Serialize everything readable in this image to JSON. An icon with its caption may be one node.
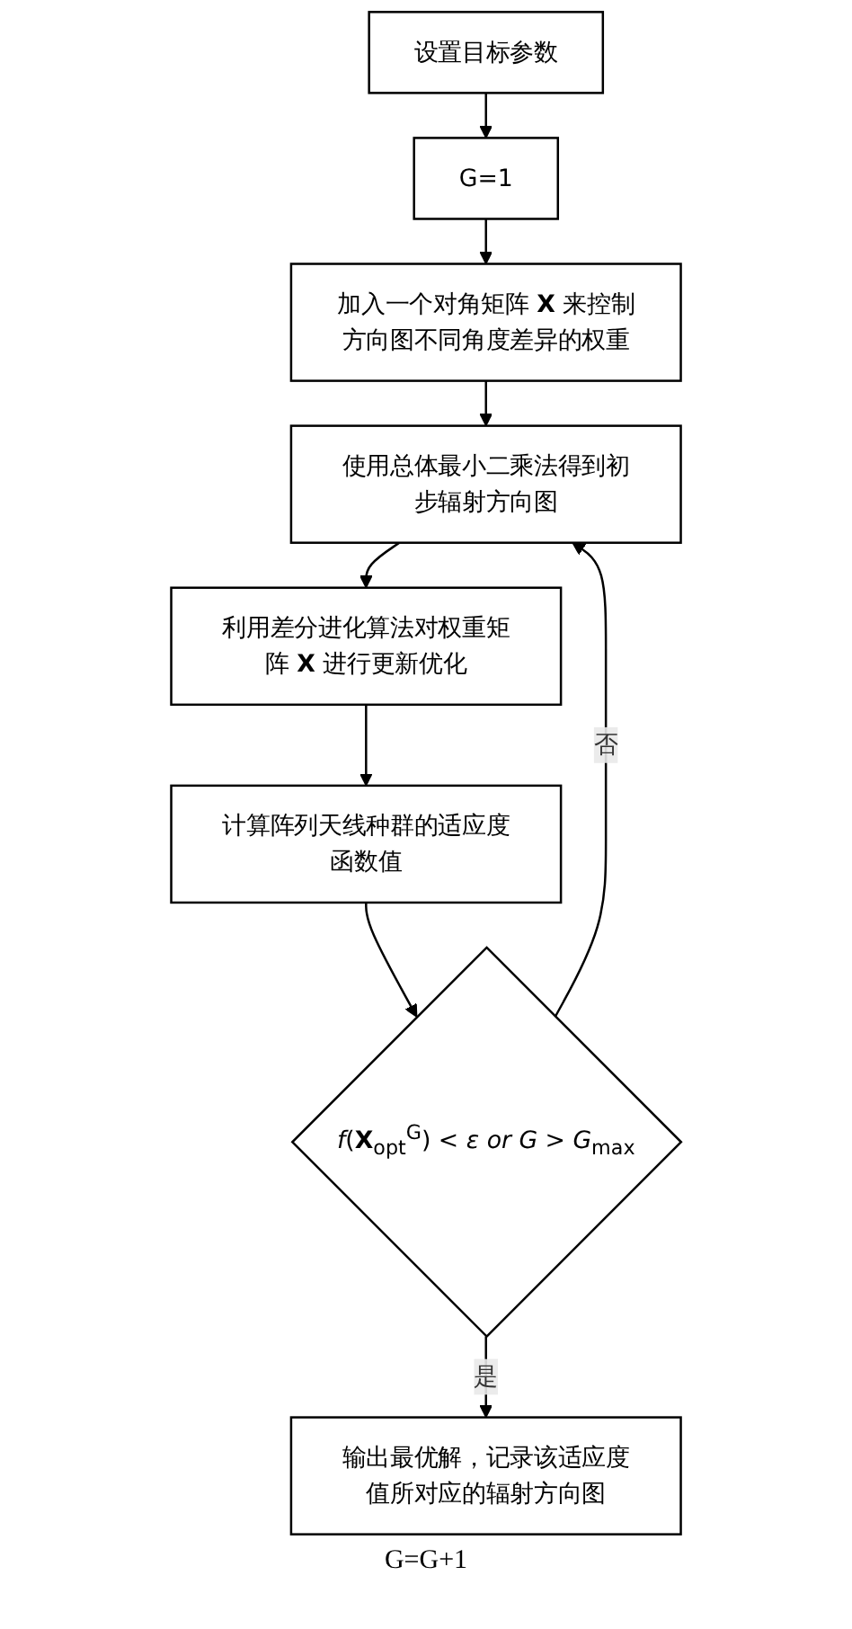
{
  "diagram": {
    "nodes": [
      {
        "text": [
          "设置目标参数"
        ]
      },
      {
        "text": [
          "G=1"
        ]
      },
      {
        "text": [
          "加入一个对角矩阵 **X** 来控制方向图不同角度差异的权重"
        ]
      },
      {
        "text": [
          "使用总体最小二乘法得到初步辐射方向图"
        ]
      },
      {
        "text": [
          "利用差分进化算法对权重矩阵 **X** 进行更新优化"
        ]
      },
      {
        "text": [
          "计算阵列天线种群的适应度函数值"
        ]
      },
      {
        "text": [
          "*f*(**X**$_{opt}$$^{G}$) < *ε or G* > *G*$_{max}$"
        ]
      },
      {
        "text": [
          "输出最优解，记录该适应度值所对应的辐射方向图"
        ]
      }
    ],
    "edges": [
      {
        "from": 0,
        "to": 1,
        "arrow": "to"
      },
      {
        "from": 1,
        "to": 2,
        "arrow": "to"
      },
      {
        "from": 2,
        "to": 3,
        "arrow": "to"
      },
      {
        "from": 3,
        "to": 4,
        "arrow": "to"
      },
      {
        "from": 4,
        "to": 5,
        "arrow": "to"
      },
      {
        "from": 5,
        "to": 6,
        "arrow": "to"
      },
      {
        "from": 6,
        "to": 3,
        "arrow": "to",
        "label": "否"
      },
      {
        "from": 6,
        "to": 7,
        "arrow": "to",
        "label": "是"
      }
    ],
    "labels": [
      "G=G+1"
    ]
  }
}
